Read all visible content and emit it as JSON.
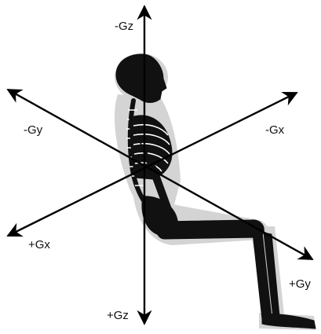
{
  "diagram": {
    "axes": [
      {
        "id": "z",
        "negative_label": "-Gz",
        "positive_label": "+Gz"
      },
      {
        "id": "y",
        "negative_label": "-Gy",
        "positive_label": "+Gy"
      },
      {
        "id": "x",
        "negative_label": "-Gx",
        "positive_label": "+Gx"
      }
    ],
    "figure": "seated-skeleton",
    "colors": {
      "axis": "#000000",
      "body_silhouette": "#d2d2d2",
      "bone": "#111111"
    }
  }
}
